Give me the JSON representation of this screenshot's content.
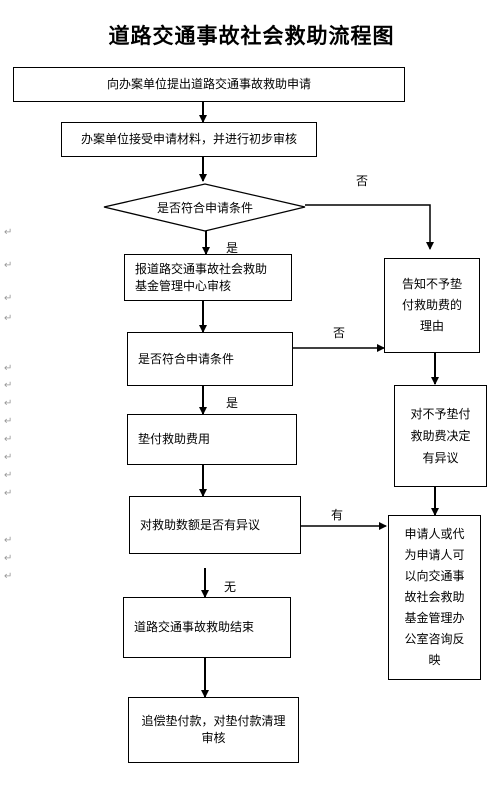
{
  "title": "道路交通事故社会救助流程图",
  "nodes": {
    "apply": "向办案单位提出道路交通事故救助申请",
    "receive": "办案单位接受申请材料，并进行初步审核",
    "check1": "是否符合申请条件",
    "report": [
      "报道路交通事故社会救助",
      "基金管理中心审核"
    ],
    "check2": "是否符合申请条件",
    "pay": "垫付救助费用",
    "dispute": "对救助数额是否有异议",
    "end": "道路交通事故救助结束",
    "repay": [
      "追偿垫付款，对垫付款清理",
      "审核"
    ],
    "notify": [
      "告知不予垫",
      "付救助费的",
      "理由"
    ],
    "objection": [
      "对不予垫付",
      "救助费决定",
      "有异议"
    ],
    "consult": [
      "申请人或代",
      "为申请人可",
      "以向交通事",
      "故社会救助",
      "基金管理办",
      "公室咨询反",
      "映"
    ]
  },
  "labels": {
    "no1": "否",
    "yes1": "是",
    "no2": "否",
    "yes2": "是",
    "has": "有",
    "none": "无"
  }
}
